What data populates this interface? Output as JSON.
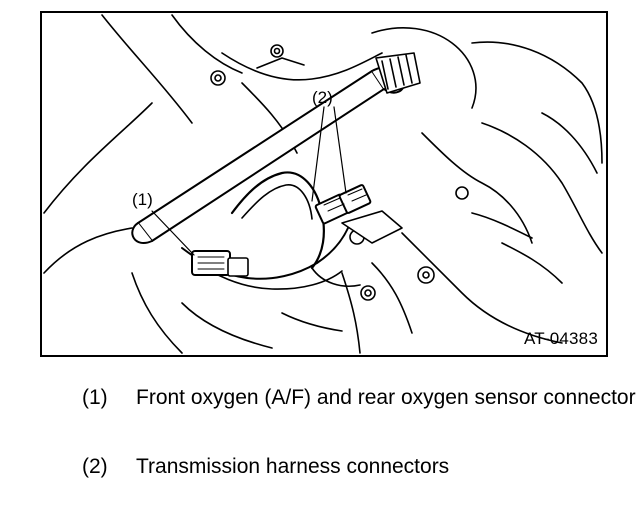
{
  "figure": {
    "id": "AT-04383",
    "callouts": [
      {
        "label": "(1)"
      },
      {
        "label": "(2)"
      }
    ]
  },
  "legend": [
    {
      "number": "(1)",
      "text": "Front oxygen (A/F) and rear oxygen sensor connector"
    },
    {
      "number": "(2)",
      "text": "Transmission harness connectors"
    }
  ]
}
